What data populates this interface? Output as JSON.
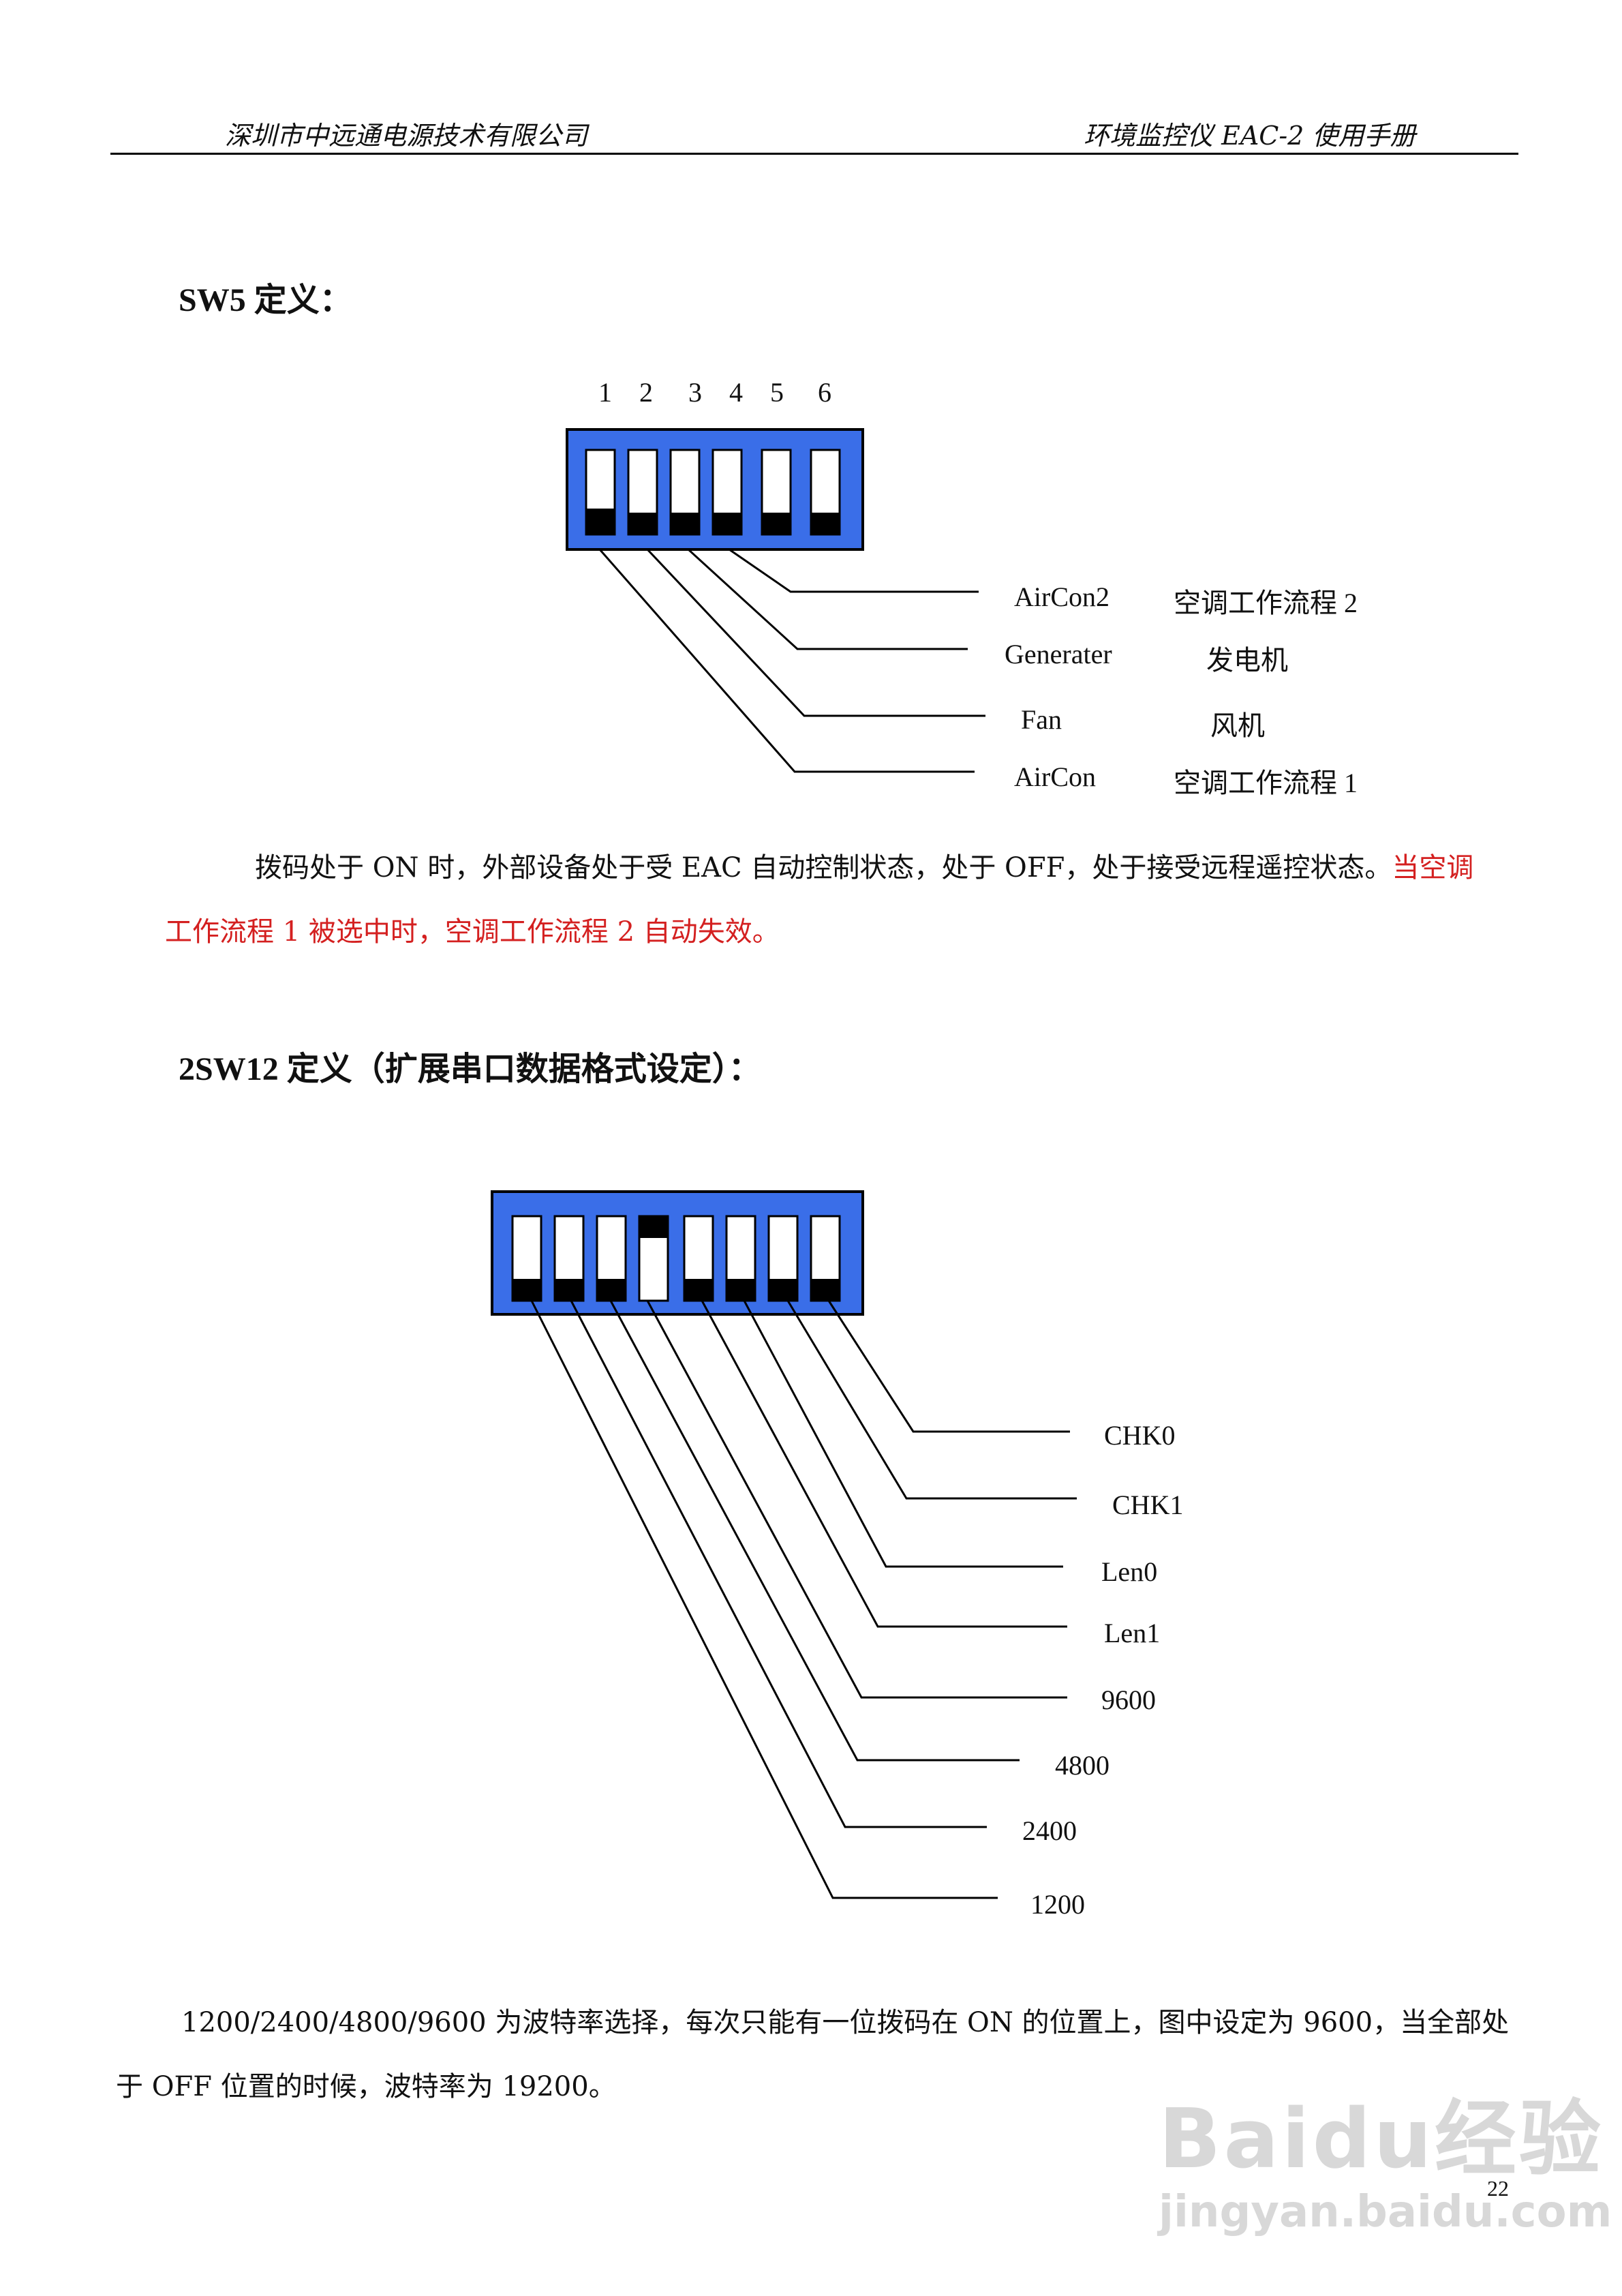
{
  "header": {
    "left": "深圳市中远通电源技术有限公司",
    "right": "环境监控仪 EAC-2 使用手册"
  },
  "sw5": {
    "title": "SW5 定义：",
    "numbers": [
      "1",
      "2",
      "3",
      "4",
      "5",
      "6"
    ],
    "labels": [
      {
        "en": "AirCon2",
        "cn": "空调工作流程 2"
      },
      {
        "en": "Generater",
        "cn": "发电机"
      },
      {
        "en": "Fan",
        "cn": "风机"
      },
      {
        "en": "AirCon",
        "cn": "空调工作流程 1"
      }
    ],
    "para_black": "拨码处于 ON 时，外部设备处于受 EAC 自动控制状态，处于 OFF，处于接受远程遥控状态。",
    "para_red_1": "当空调",
    "para_red_2": "工作流程 1 被选中时，空调工作流程 2 自动失效。"
  },
  "sw12": {
    "title": "2SW12 定义（扩展串口数据格式设定）：",
    "labels": [
      "CHK0",
      "CHK1",
      "Len0",
      "Len1",
      "9600",
      "4800",
      "2400",
      "1200"
    ],
    "para_1": "1200/2400/4800/9600 为波特率选择，每次只能有一位拨码在 ON 的位置上，图中设定为 9600，当全部处",
    "para_2": "于 OFF 位置的时候，波特率为 19200。"
  },
  "colors": {
    "switch_body": "#3a6ee8",
    "note_red": "#d42020"
  },
  "watermark": {
    "brand": "Bai",
    "brand_du": "du",
    "cn": "经验",
    "url": "jingyan.baidu.com"
  },
  "page_number": "22"
}
